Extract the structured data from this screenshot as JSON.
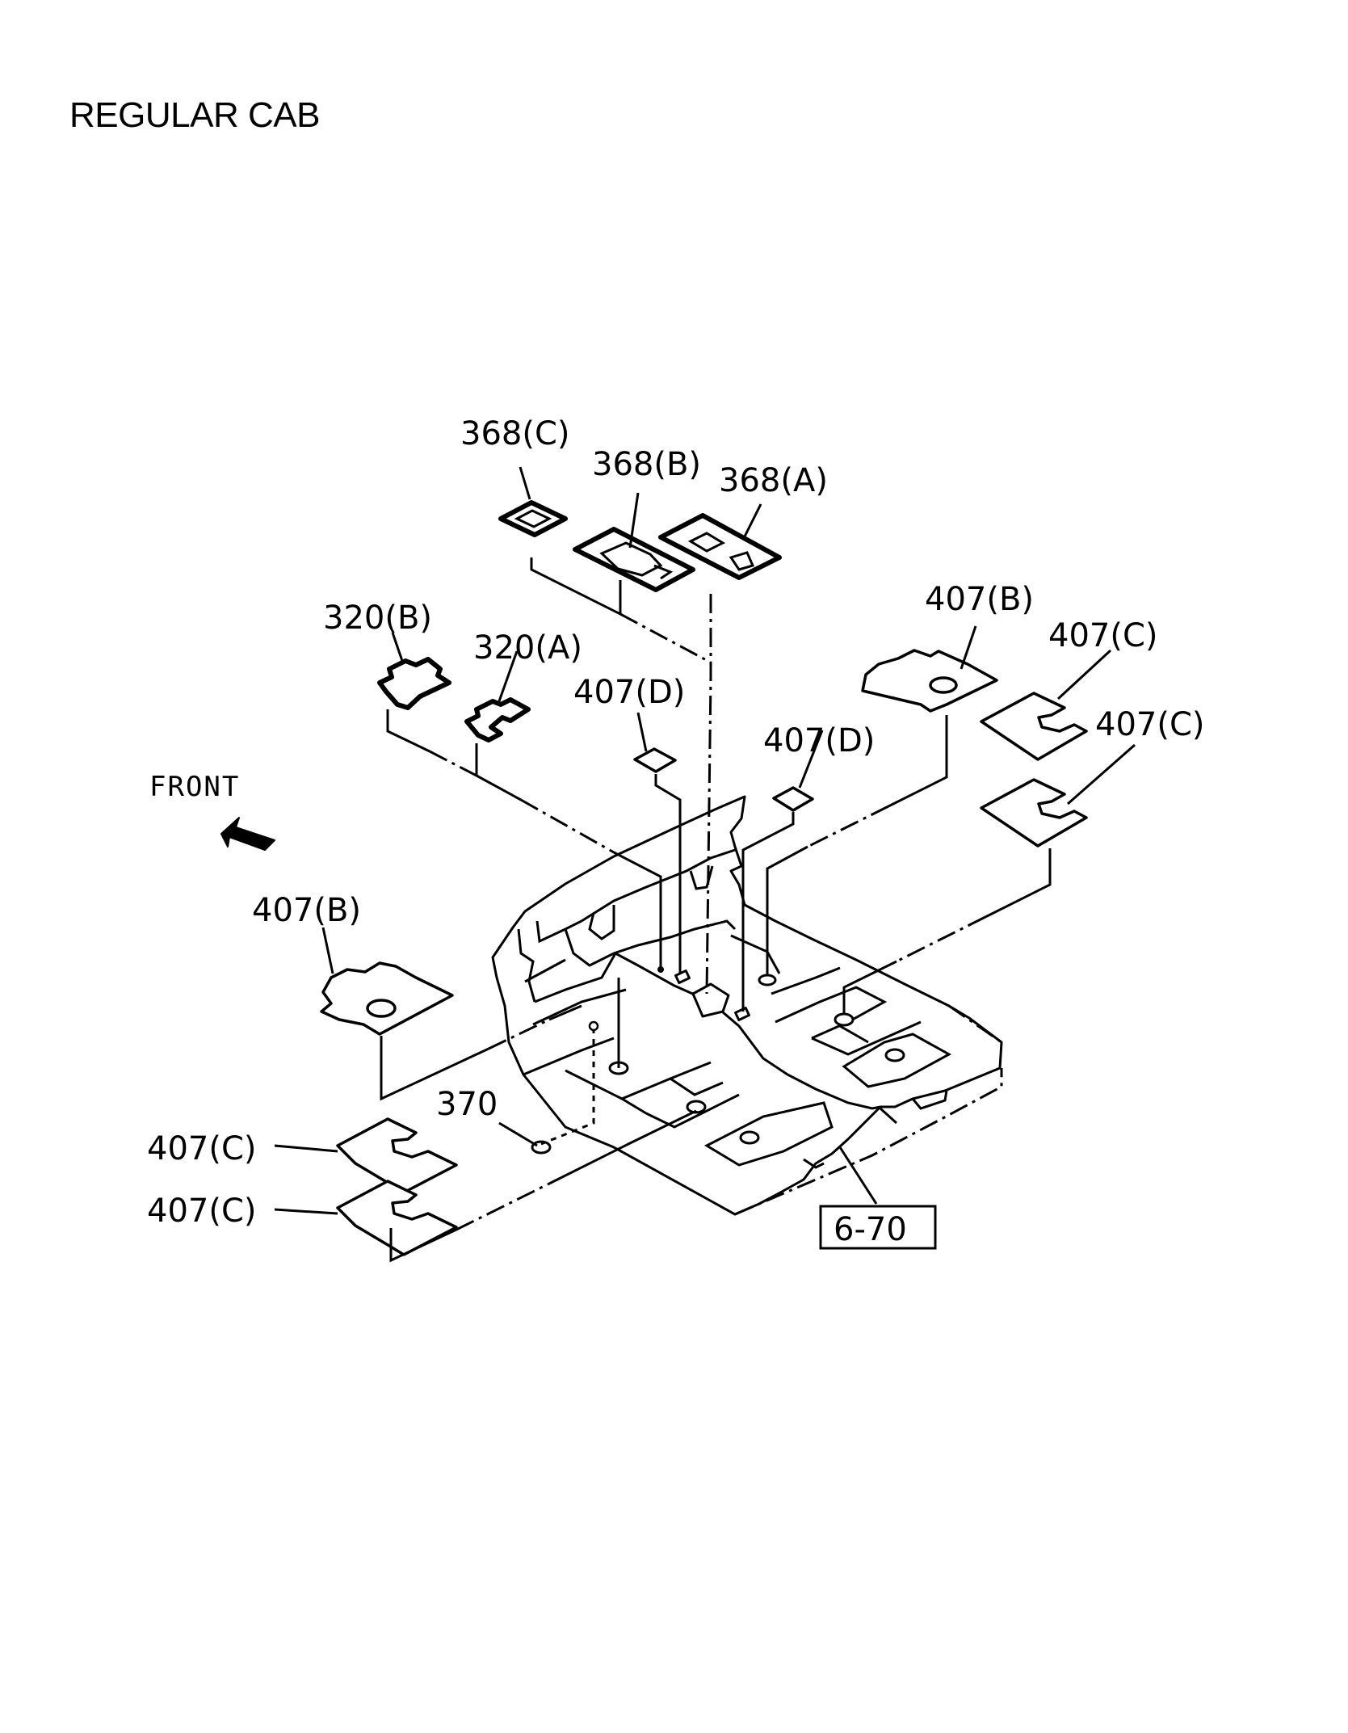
{
  "page": {
    "title": "REGULAR CAB"
  },
  "direction": {
    "label": "FRONT",
    "icon": "front-arrow-icon"
  },
  "ref_box": "6-70",
  "callouts": {
    "p368c": "368(C)",
    "p368b": "368(B)",
    "p368a": "368(A)",
    "p320b": "320(B)",
    "p320a": "320(A)",
    "p407d_left": "407(D)",
    "p407d_right": "407(D)",
    "p407b_right": "407(B)",
    "p407c_right_top": "407(C)",
    "p407c_right_mid": "407(C)",
    "p407b_left": "407(B)",
    "p370": "370",
    "p407c_left_top": "407(C)",
    "p407c_left_bottom": "407(C)"
  }
}
